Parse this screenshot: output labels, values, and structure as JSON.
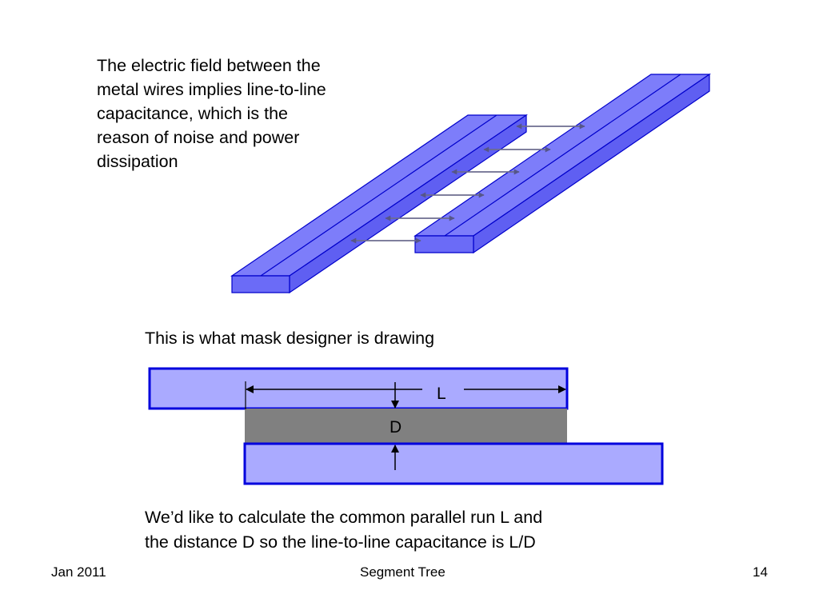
{
  "slide": {
    "paragraph": "The electric field between the\nmetal wires implies line-to-line\ncapacitance, which is the\nreason of noise and power\ndissipation",
    "mask_caption": "This is what mask designer is drawing",
    "bottom_caption": "We’d like to calculate the common parallel run L and\nthe distance D so the line-to-line capacitance is L/D"
  },
  "diagram": {
    "label_L": "L",
    "label_D": "D"
  },
  "footer": {
    "date": "Jan 2011",
    "title": "Segment Tree",
    "page": "14"
  },
  "colors": {
    "wire_3d": "#6b6bf7",
    "wire_3d_top": "#7d7dfa",
    "wire_stroke": "#0000cc",
    "wire_mask_fill": "#aaaaff",
    "wire_mask_stroke": "#0000dd",
    "gap_fill": "#808080",
    "field_arrow": "#6d6d8f"
  }
}
